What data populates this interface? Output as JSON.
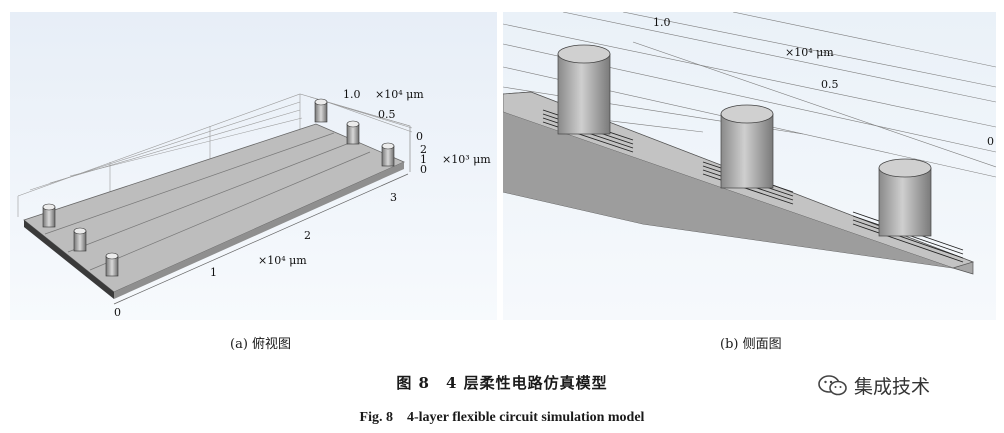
{
  "figure": {
    "panel_a": {
      "axis_labels": {
        "y_tick_1_0": "1.0",
        "y_unit": "×10⁴ μm",
        "y_tick_0_5": "0.5",
        "z_tick_0": "0",
        "z_tick_2": "2",
        "z_tick_1": "1",
        "z_tick_0b": "0",
        "z_unit": "×10³ μm",
        "x_tick_3": "3",
        "x_tick_2": "2",
        "x_tick_1": "1",
        "x_unit": "×10⁴ μm",
        "origin": "0"
      },
      "caption": "(a) 俯视图"
    },
    "panel_b": {
      "axis_labels": {
        "tick_1_0": "1.0",
        "unit": "×10⁴ μm",
        "tick_0_5": "0.5",
        "tick_0": "0"
      },
      "caption": "(b) 侧面图"
    },
    "caption_zh": "图 8　4 层柔性电路仿真模型",
    "caption_en": "Fig. 8　4-layer flexible circuit simulation model"
  },
  "watermark": {
    "text": "集成技术",
    "icon": "wechat-icon"
  },
  "colors": {
    "board_top": "#bdbdbd",
    "board_side": "#8f8f8f",
    "background_top": "#e7eef7",
    "background_bottom": "#f7fafd"
  }
}
